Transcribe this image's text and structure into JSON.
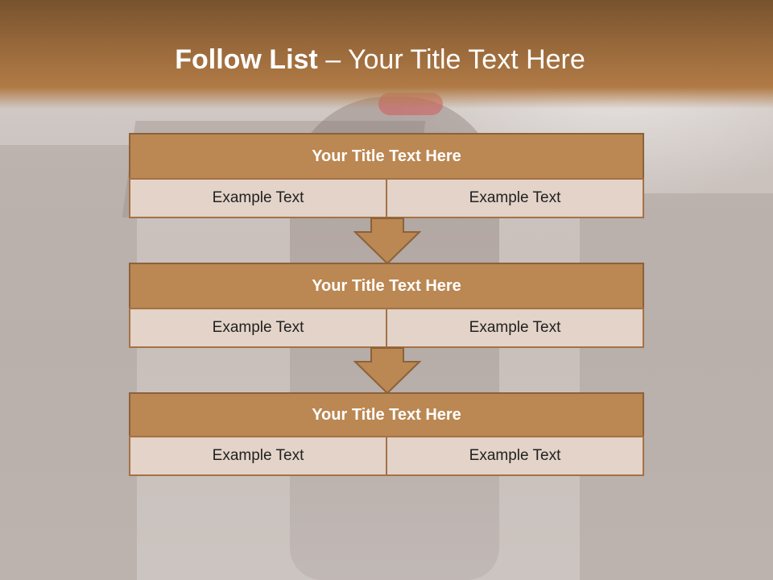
{
  "slide": {
    "title_bold": "Follow List",
    "title_rest": " – Your Title Text Here"
  },
  "colors": {
    "header_band": "#9a6a3c",
    "step_header": "#bb8752",
    "step_cell": "#e3d3c8",
    "border": "#8c6238"
  },
  "steps": [
    {
      "title": "Your Title Text Here",
      "left": "Example Text",
      "right": "Example Text"
    },
    {
      "title": "Your Title Text Here",
      "left": "Example Text",
      "right": "Example Text"
    },
    {
      "title": "Your Title Text Here",
      "left": "Example Text",
      "right": "Example Text"
    }
  ],
  "arrows": [
    "arrow-down-icon",
    "arrow-down-icon"
  ]
}
